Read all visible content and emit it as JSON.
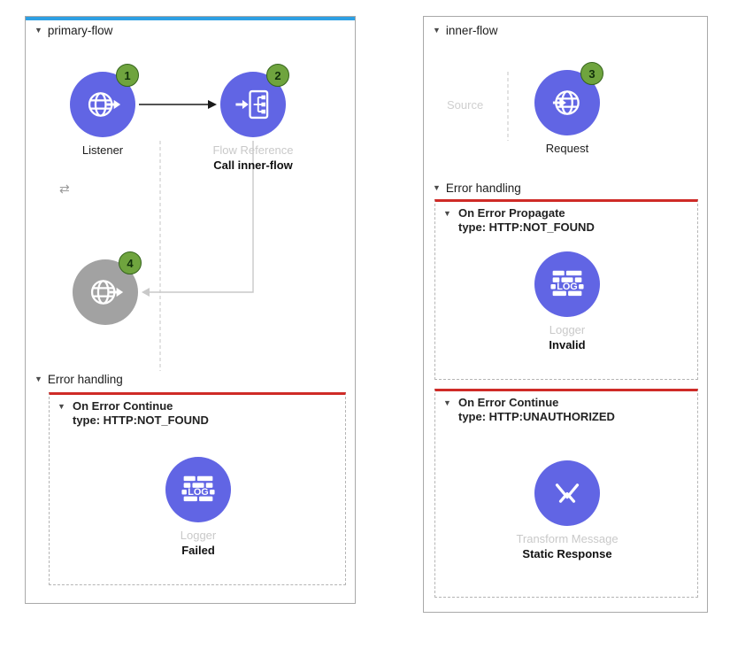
{
  "colors": {
    "node_blue": "#6165e4",
    "node_gray": "#a2a2a2",
    "badge_green": "#6fa43e",
    "error_red": "#cf2b27",
    "selection_blue": "#2d9fe3"
  },
  "icons": {
    "collapse": "▼",
    "exchange": "⇄"
  },
  "left_flow": {
    "title": "primary-flow",
    "listener": {
      "type_label": "Listener",
      "badge": "1"
    },
    "flow_reference": {
      "type_label": "Flow Reference",
      "name": "Call inner-flow",
      "badge": "2"
    },
    "inactive_listener": {
      "badge": "4"
    },
    "error_handling": {
      "title": "Error handling",
      "scope": {
        "type": "On Error Continue",
        "error_type": "type: HTTP:NOT_FOUND",
        "component": {
          "type_label": "Logger",
          "name": "Failed"
        }
      }
    }
  },
  "right_flow": {
    "title": "inner-flow",
    "source_placeholder": "Source",
    "request": {
      "name": "Request",
      "badge": "3"
    },
    "error_handling": {
      "title": "Error handling",
      "scopes": [
        {
          "type": "On Error Propagate",
          "error_type": "type: HTTP:NOT_FOUND",
          "component": {
            "type_label": "Logger",
            "name": "Invalid"
          }
        },
        {
          "type": "On Error Continue",
          "error_type": "type: HTTP:UNAUTHORIZED",
          "component": {
            "type_label": "Transform Message",
            "name": "Static Response"
          }
        }
      ]
    }
  }
}
